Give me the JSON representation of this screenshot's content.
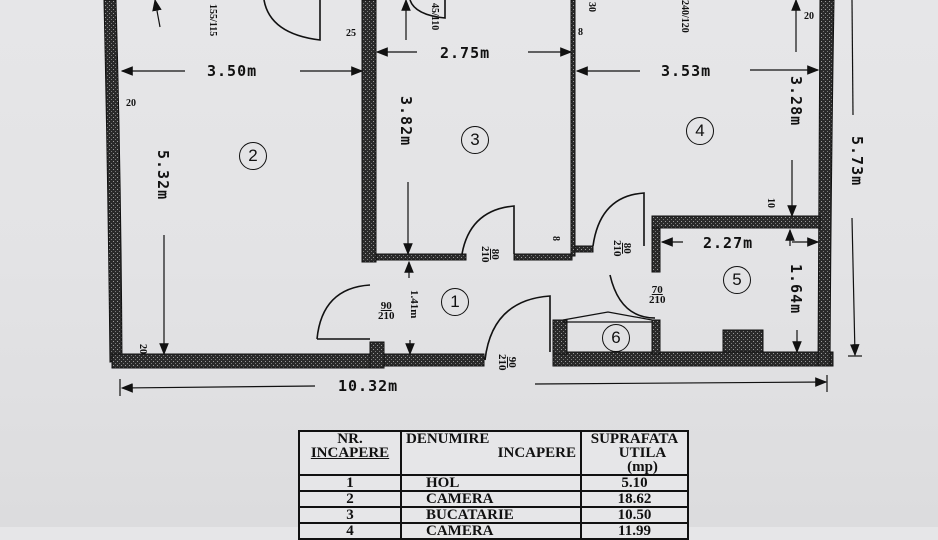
{
  "floor_plan": {
    "dimensions": {
      "room2_width": "3.50m",
      "room2_height": "5.32m",
      "room3_width": "2.75m",
      "room3_height": "3.82m",
      "room4_width": "3.53m",
      "room4_height": "3.28m",
      "room5_width": "2.27m",
      "room5_height": "1.64m",
      "hall_height": "1.41m",
      "total_width": "10.32m",
      "total_height": "5.73m"
    },
    "wall_thickness_labels": {
      "left_top": "20",
      "left_bottom": "20",
      "wall_2_3": "25",
      "wall_3_4_top": "30",
      "wall_3_4": "8",
      "wall_3_hall": "8",
      "right_top": "20",
      "wall_4_5": "10"
    },
    "windows": [
      {
        "label": "155/115"
      },
      {
        "label": "45/110"
      },
      {
        "label": "240/120"
      }
    ],
    "doors": [
      {
        "id": "door-room2",
        "width": "90",
        "height": "210"
      },
      {
        "id": "door-room3",
        "width": "80",
        "height": "210"
      },
      {
        "id": "door-room4",
        "width": "80",
        "height": "210"
      },
      {
        "id": "door-room5",
        "width": "70",
        "height": "210"
      },
      {
        "id": "door-entrance",
        "width": "90",
        "height": "210"
      }
    ],
    "room_numbers": [
      "1",
      "2",
      "3",
      "4",
      "5",
      "6"
    ]
  },
  "legend_table": {
    "headers": {
      "nr_line1": "NR.",
      "nr_line2": "INCAPERE",
      "name_line1": "DENUMIRE",
      "name_line2": "INCAPERE",
      "area_line1": "SUPRAFATA",
      "area_line2": "UTILA (mp)"
    },
    "rows": [
      {
        "nr": "1",
        "name": "HOL",
        "area": "5.10"
      },
      {
        "nr": "2",
        "name": "CAMERA",
        "area": "18.62"
      },
      {
        "nr": "3",
        "name": "BUCATARIE",
        "area": "10.50"
      },
      {
        "nr": "4",
        "name": "CAMERA",
        "area": "11.99"
      }
    ]
  }
}
